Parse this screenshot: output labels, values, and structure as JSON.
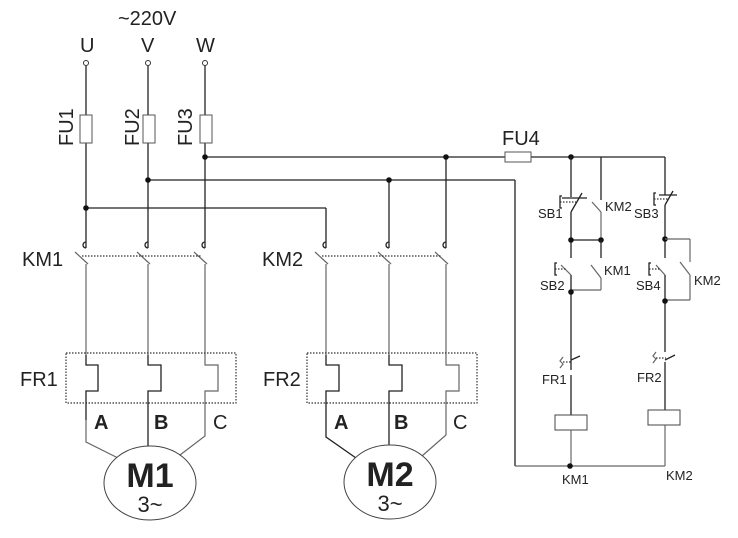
{
  "diagram": {
    "type": "circuit-schematic",
    "supply": {
      "label": "~220V",
      "phases": [
        "U",
        "V",
        "W"
      ]
    },
    "fuses": {
      "main": [
        "FU1",
        "FU2",
        "FU3"
      ],
      "control": "FU4"
    },
    "contactors": {
      "main": [
        "KM1",
        "KM2"
      ],
      "coils": [
        "KM1",
        "KM2"
      ],
      "aux_contacts": [
        "KM2",
        "KM1",
        "KM2"
      ]
    },
    "thermal_relays": {
      "main": [
        "FR1",
        "FR2"
      ],
      "contacts": [
        "FR1",
        "FR2"
      ]
    },
    "buttons": [
      "SB1",
      "SB2",
      "SB3",
      "SB4"
    ],
    "motor_terminals": [
      "A",
      "B",
      "C"
    ],
    "motors": [
      {
        "name": "M1",
        "type": "3~"
      },
      {
        "name": "M2",
        "type": "3~"
      }
    ]
  }
}
